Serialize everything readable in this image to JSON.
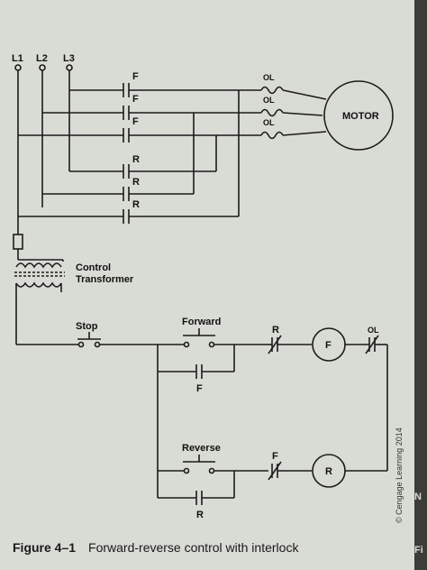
{
  "lines": {
    "l1": "L1",
    "l2": "L2",
    "l3": "L3"
  },
  "contact_labels": {
    "forward": "F",
    "reverse": "R"
  },
  "overload": {
    "label": "OL"
  },
  "motor": {
    "label": "MOTOR"
  },
  "transformer": {
    "label_line1": "Control",
    "label_line2": "Transformer"
  },
  "control": {
    "stop": "Stop",
    "forward": "Forward",
    "reverse": "Reverse",
    "coil_f": "F",
    "coil_r": "R",
    "interlock_r": "R",
    "interlock_f": "F",
    "aux_f": "F",
    "aux_r": "R",
    "ol": "OL"
  },
  "credit": "© Cengage Learning 2014",
  "caption": {
    "number": "Figure 4–1",
    "text": "Forward-reverse control with interlock"
  },
  "right_strip": {
    "top": "N",
    "bottom": "Fi"
  }
}
